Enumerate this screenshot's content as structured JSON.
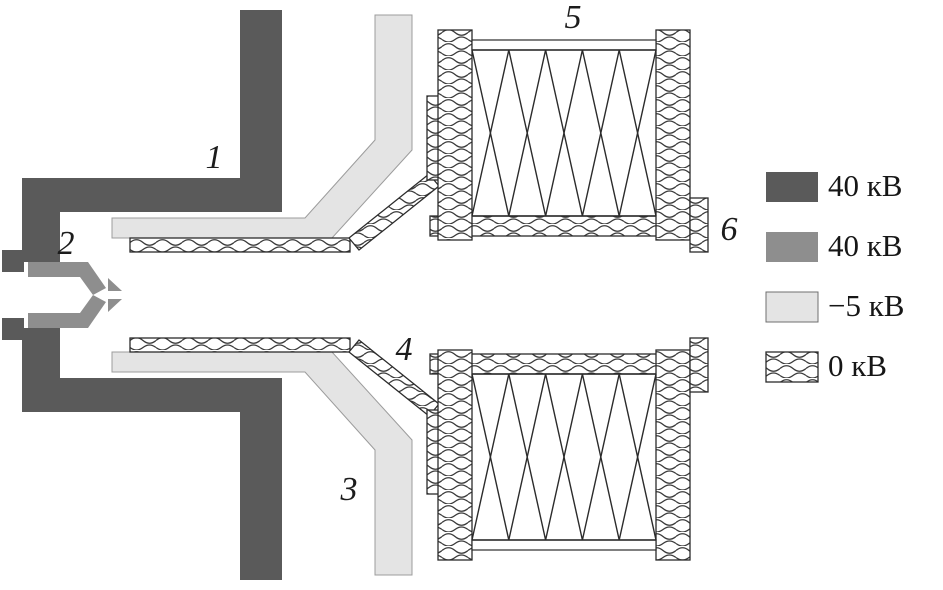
{
  "palette": {
    "dark": "#5a5a5a",
    "mid": "#8e8e8e",
    "light": "#e4e4e4",
    "white": "#ffffff",
    "outline": "#2b2b2b"
  },
  "parts": [
    {
      "number": "1"
    },
    {
      "number": "2"
    },
    {
      "number": "3"
    },
    {
      "number": "4"
    },
    {
      "number": "5"
    },
    {
      "number": "6"
    }
  ],
  "legend": {
    "items": [
      {
        "label": "40 кВ",
        "swatch": "dark"
      },
      {
        "label": "40 кВ",
        "swatch": "mid"
      },
      {
        "label": "−5 кВ",
        "swatch": "light"
      },
      {
        "label": "0 кВ",
        "swatch": "wavy-hatch"
      }
    ]
  }
}
